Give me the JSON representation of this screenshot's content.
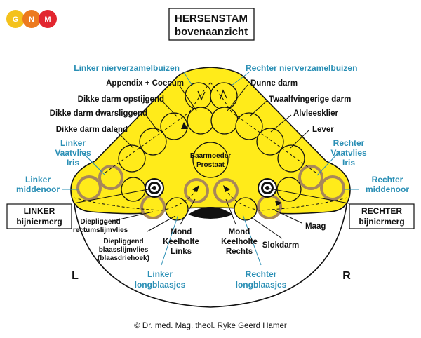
{
  "logo": {
    "letters": [
      "G",
      "N",
      "M"
    ],
    "colors": [
      "#f4c21c",
      "#ec7a1f",
      "#e2262f"
    ]
  },
  "title": {
    "line1": "HERSENSTAM",
    "line2": "bovenaanzicht"
  },
  "center_label": {
    "line1": "Baarmoeder",
    "line2": "Prostaat"
  },
  "side": {
    "left": "L",
    "right": "R"
  },
  "boxes": {
    "left": {
      "line1": "LINKER",
      "line2": "bijniermerg"
    },
    "right": {
      "line1": "RECHTER",
      "line2": "bijniermerg"
    }
  },
  "labels": {
    "linker_nierverzamelbuizen": "Linker nierverzamelbuizen",
    "rechter_nierverzamelbuizen": "Rechter nierverzamelbuizen",
    "appendix_coecum": "Appendix + Coecum",
    "dikke_darm_opstijgend": "Dikke darm opstijgend",
    "dikke_darm_dwarsliggend": "Dikke darm dwarsliggend",
    "dikke_darm_dalend": "Dikke darm dalend",
    "linker_vaatvlies_iris": [
      "Linker",
      "Vaatvlies",
      "Iris"
    ],
    "linker_middenoor": [
      "Linker",
      "middenoor"
    ],
    "dunne_darm": "Dunne darm",
    "twaalfvingerige_darm": "Twaalfvingerige darm",
    "alvleesklier": "Alvleesklier",
    "lever": "Lever",
    "rechter_vaatvlies_iris": [
      "Rechter",
      "Vaatvlies",
      "Iris"
    ],
    "rechter_middenoor": [
      "Rechter",
      "middenoor"
    ],
    "diepliggend_rectumslijmvlies": [
      "Diepliggend",
      "rectumslijmvlies"
    ],
    "diepliggend_blaasslijmvlies": [
      "Diepliggend",
      "blaasslijmvlies",
      "(blaasdriehoek)"
    ],
    "mond_keelholte_links": [
      "Mond",
      "Keelholte",
      "Links"
    ],
    "mond_keelholte_rechts": [
      "Mond",
      "Keelholte",
      "Rechts"
    ],
    "maag": "Maag",
    "slokdarm": "Slokdarm",
    "linker_longblaasjes": [
      "Linker",
      "longblaasjes"
    ],
    "rechter_longblaasjes": [
      "Rechter",
      "longblaasjes"
    ]
  },
  "copyright": "© Dr. med. Mag. theol. Ryke Geerd Hamer",
  "colors": {
    "brainstem": "#ffeb1a",
    "outline": "#111111",
    "accent_blue": "#2a8fb5",
    "mesoderm_ring": "#a8875a"
  }
}
